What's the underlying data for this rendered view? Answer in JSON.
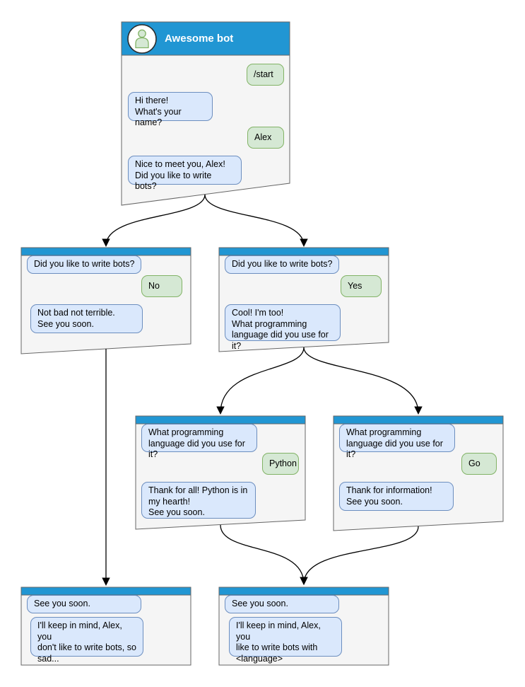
{
  "colors": {
    "header_blue": "#2196d3",
    "window_fill": "#f5f5f5",
    "window_border": "#666666",
    "bot_bubble_fill": "#dae8fc",
    "bot_bubble_border": "#6c8ebf",
    "user_bubble_fill": "#d5e8d4",
    "user_bubble_border": "#82b366",
    "connector": "#000000"
  },
  "windows": [
    {
      "name": "main",
      "title": "Awesome bot",
      "messages": [
        {
          "from": "user",
          "text": "/start"
        },
        {
          "from": "bot",
          "text": "Hi there!\nWhat's your name?"
        },
        {
          "from": "user",
          "text": "Alex"
        },
        {
          "from": "bot",
          "text": "Nice to meet you, Alex!\nDid you like to write bots?"
        }
      ]
    },
    {
      "name": "branch-no",
      "messages": [
        {
          "from": "bot",
          "text": "Did you like to write bots?"
        },
        {
          "from": "user",
          "text": "No"
        },
        {
          "from": "bot",
          "text": "Not bad not terrible.\nSee you soon."
        }
      ]
    },
    {
      "name": "branch-yes",
      "messages": [
        {
          "from": "bot",
          "text": "Did you like to write bots?"
        },
        {
          "from": "user",
          "text": "Yes"
        },
        {
          "from": "bot",
          "text": "Cool! I'm too!\nWhat programming\nlanguage did you use for it?"
        }
      ]
    },
    {
      "name": "branch-python",
      "messages": [
        {
          "from": "bot",
          "text": "What programming\nlanguage did you use for it?"
        },
        {
          "from": "user",
          "text": "Python"
        },
        {
          "from": "bot",
          "text": "Thank for all! Python is in\nmy hearth!\nSee you soon."
        }
      ]
    },
    {
      "name": "branch-go",
      "messages": [
        {
          "from": "bot",
          "text": "What programming\nlanguage did you use for it?"
        },
        {
          "from": "user",
          "text": "Go"
        },
        {
          "from": "bot",
          "text": "Thank for information!\nSee you soon."
        }
      ]
    },
    {
      "name": "end-no",
      "messages": [
        {
          "from": "bot",
          "text": "See you soon."
        },
        {
          "from": "bot",
          "text": "I'll keep in mind, Alex, you\ndon't like to write bots, so\nsad..."
        }
      ]
    },
    {
      "name": "end-yes",
      "messages": [
        {
          "from": "bot",
          "text": "See you soon."
        },
        {
          "from": "bot",
          "text": "I'll keep in mind, Alex, you\nlike to write bots with\n<language>"
        }
      ]
    }
  ]
}
